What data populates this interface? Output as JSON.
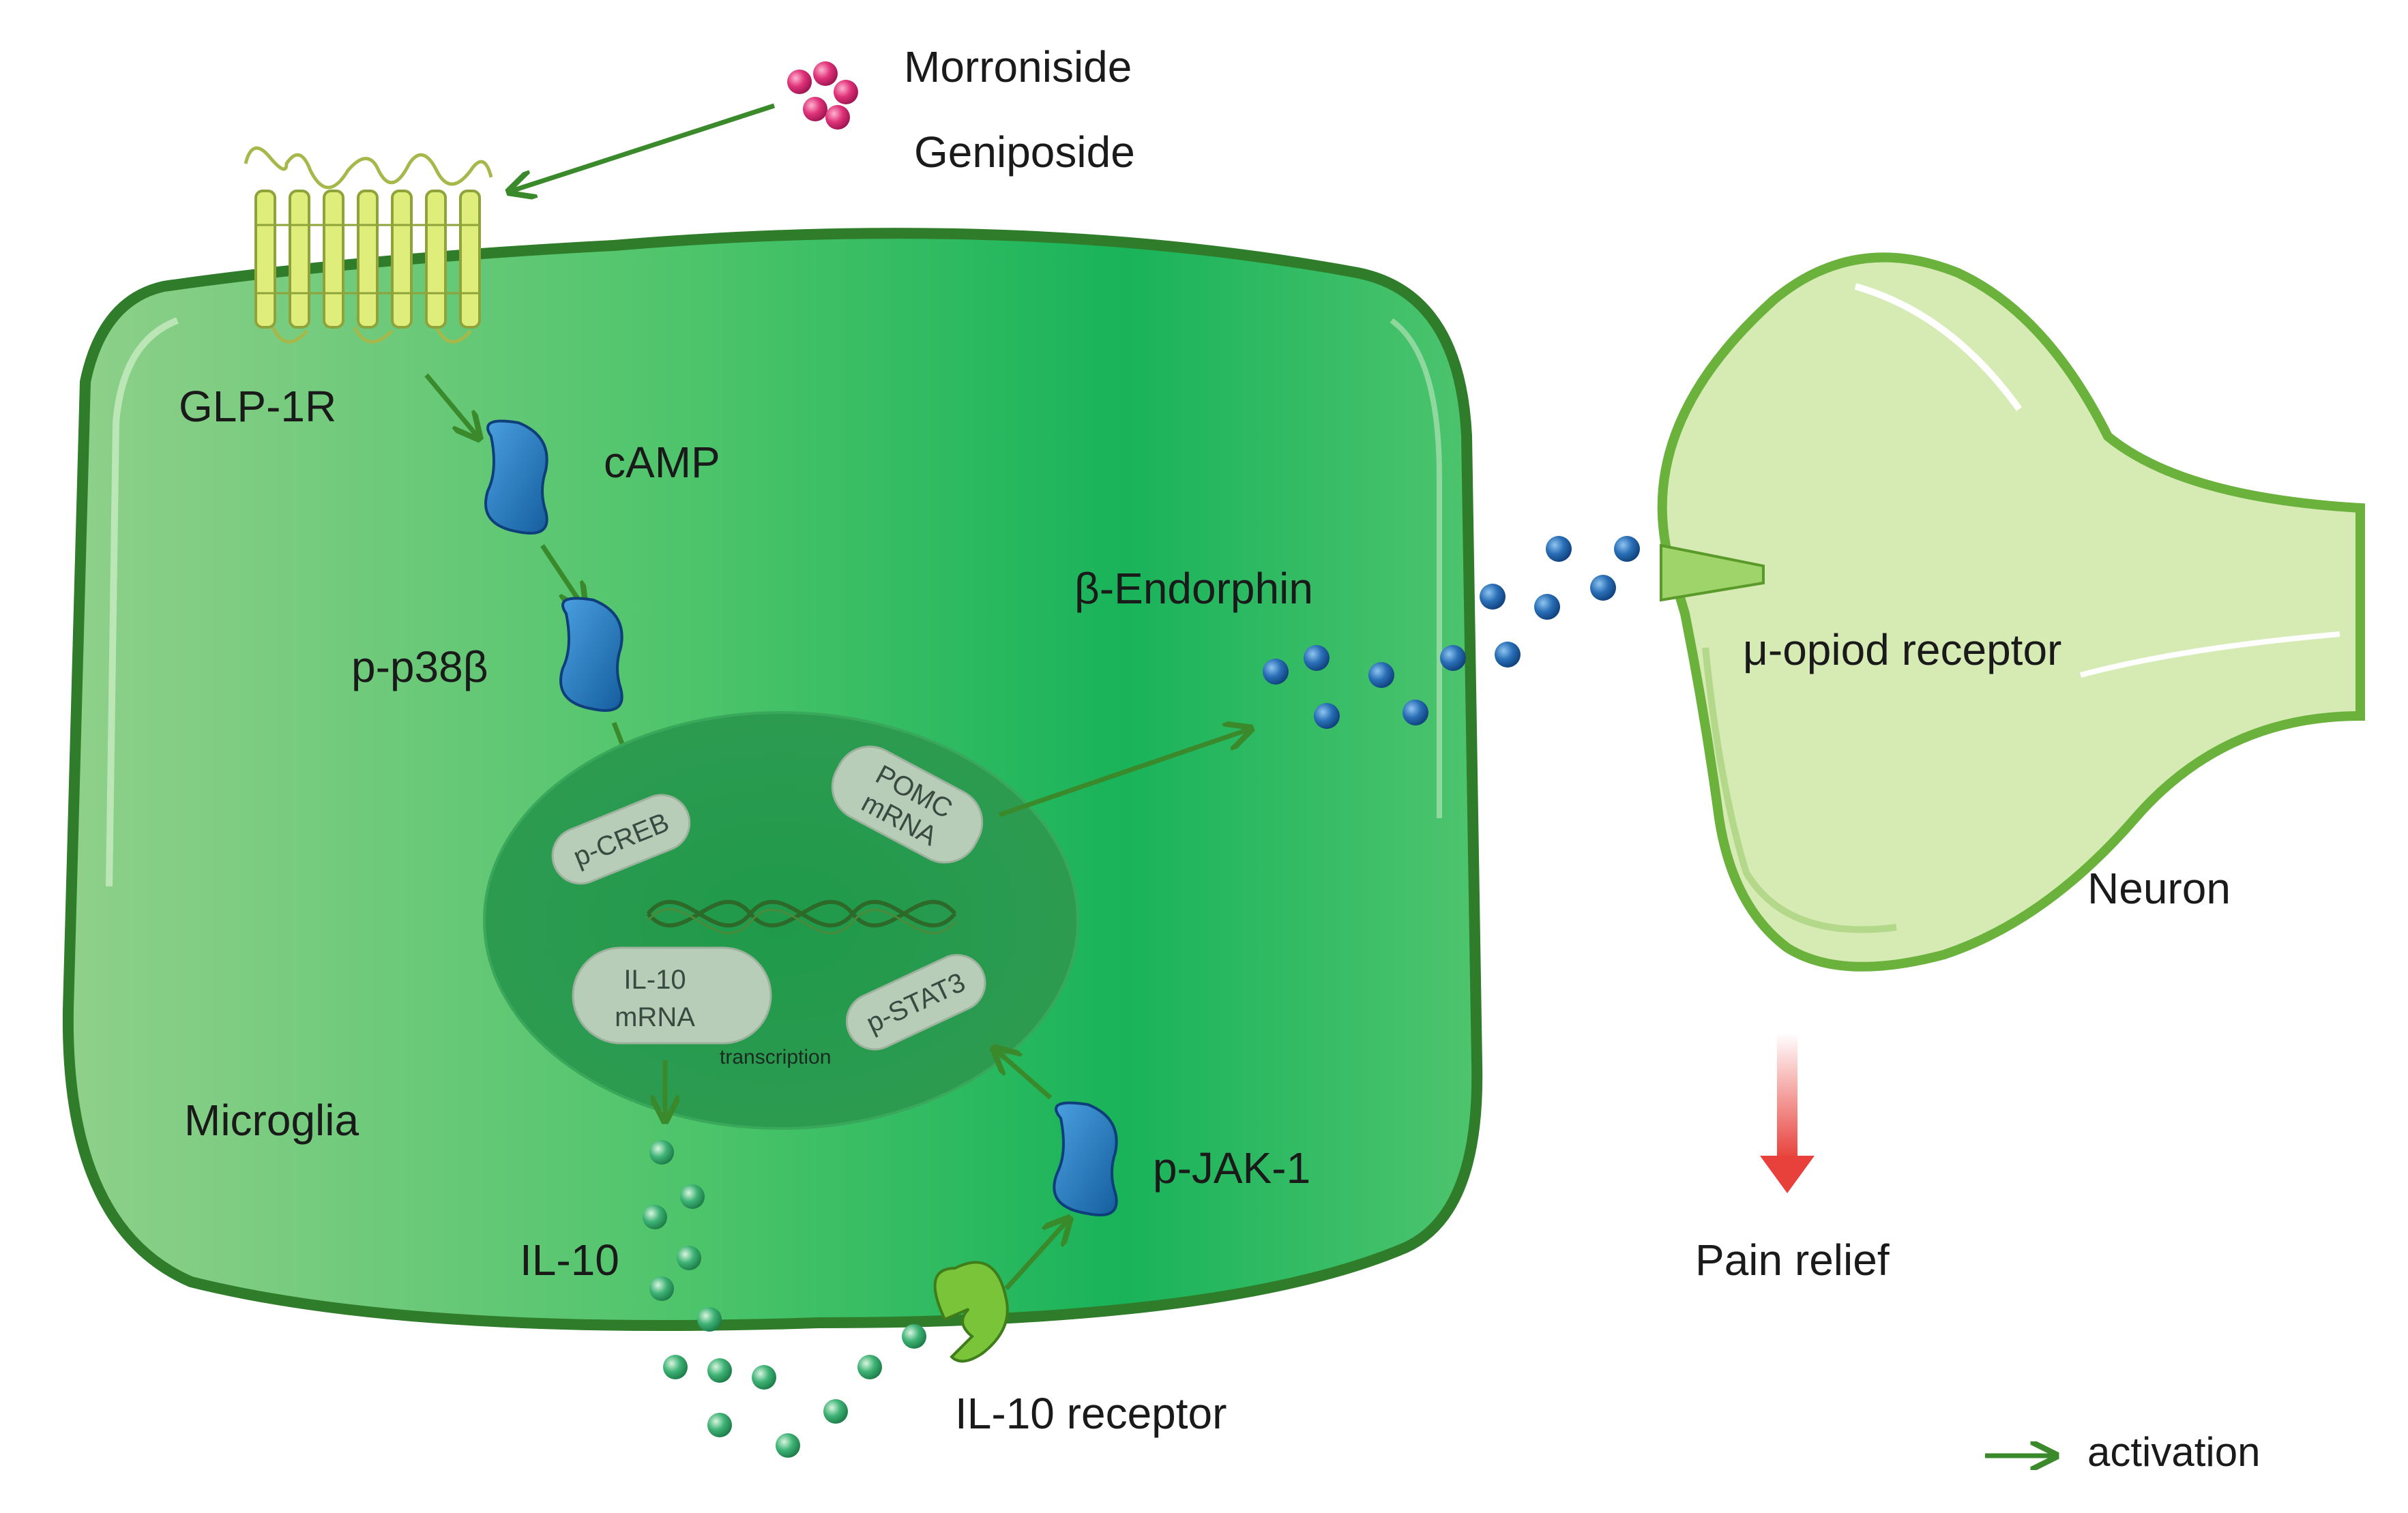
{
  "labels": {
    "morroniside": "Morroniside",
    "geniposide": "Geniposide",
    "glp1r": "GLP-1R",
    "camp": "cAMP",
    "p38": "p-p38β",
    "creb": "p-CREB",
    "pomc_line1": "POMC",
    "pomc_line2": "mRNA",
    "il10mrna_line1": "IL-10",
    "il10mrna_line2": "mRNA",
    "stat3": "p-STAT3",
    "transcription": "transcription",
    "endorphin": "β-Endorphin",
    "microglia": "Microglia",
    "il10": "IL-10",
    "jak1": "p-JAK-1",
    "il10_receptor": "IL-10 receptor",
    "opioid_receptor": "μ-opiod receptor",
    "neuron": "Neuron",
    "pain_relief": "Pain relief",
    "legend_activation": "activation"
  },
  "colors": {
    "cell_fill": "#5fc46c",
    "cell_border": "#2f7d2a",
    "nucleus": "#2f9e52",
    "arrow_activation": "#3a8a2c",
    "protein_blue": "#1f6fb5",
    "endorphin_dot": "#2a6fb7",
    "il10_dot": "#2ea56a",
    "drug_dot": "#e0337a",
    "neuron_fill": "#d6ebb4",
    "pain_arrow": "#e8403a"
  }
}
